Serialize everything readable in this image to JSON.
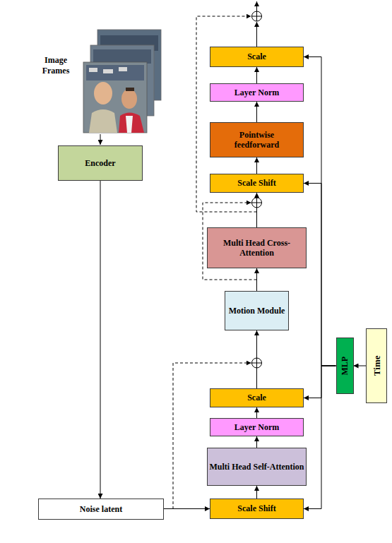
{
  "diagram": {
    "nodes": [
      {
        "text": [
          "Encoder"
        ]
      },
      {
        "text": [
          "Noise latent"
        ]
      },
      {
        "text": [
          "Scale Shift"
        ]
      },
      {
        "text": [
          "Multi Head Self-Attention"
        ]
      },
      {
        "text": [
          "Layer Norm"
        ]
      },
      {
        "text": [
          "Scale"
        ]
      },
      {
        "text": [
          "Motion Module"
        ]
      },
      {
        "text": [
          "Multi Head Cross-Attention"
        ]
      },
      {
        "text": [
          "Scale Shift"
        ]
      },
      {
        "text": [
          "Pointwise feedforward"
        ]
      },
      {
        "text": [
          "Layer Norm"
        ]
      },
      {
        "text": [
          "Scale"
        ]
      },
      {
        "text": [
          "MLP"
        ]
      },
      {
        "text": [
          "Time"
        ]
      }
    ],
    "edges": [
      {
        "from": 0,
        "to": 1,
        "arrow": "to"
      },
      {
        "from": 1,
        "to": 2,
        "arrow": "to"
      },
      {
        "from": 2,
        "to": 3,
        "arrow": "to"
      },
      {
        "from": 3,
        "to": 4,
        "arrow": "to"
      },
      {
        "from": 4,
        "to": 5,
        "arrow": "to"
      },
      {
        "from": 5,
        "to": 6,
        "arrow": "to"
      },
      {
        "from": 6,
        "to": 7,
        "arrow": "to"
      },
      {
        "from": 7,
        "to": 8,
        "arrow": "to"
      },
      {
        "from": 8,
        "to": 9,
        "arrow": "to"
      },
      {
        "from": 9,
        "to": 10,
        "arrow": "to"
      },
      {
        "from": 10,
        "to": 11,
        "arrow": "to"
      },
      {
        "from": 13,
        "to": 12,
        "arrow": "to"
      },
      {
        "from": 12,
        "to": 11,
        "arrow": "to"
      },
      {
        "from": 12,
        "to": 8,
        "arrow": "to"
      },
      {
        "from": 12,
        "to": 5,
        "arrow": "to"
      },
      {
        "from": 12,
        "to": 2,
        "arrow": "to"
      }
    ],
    "labels": [
      "Image Frames"
    ]
  }
}
